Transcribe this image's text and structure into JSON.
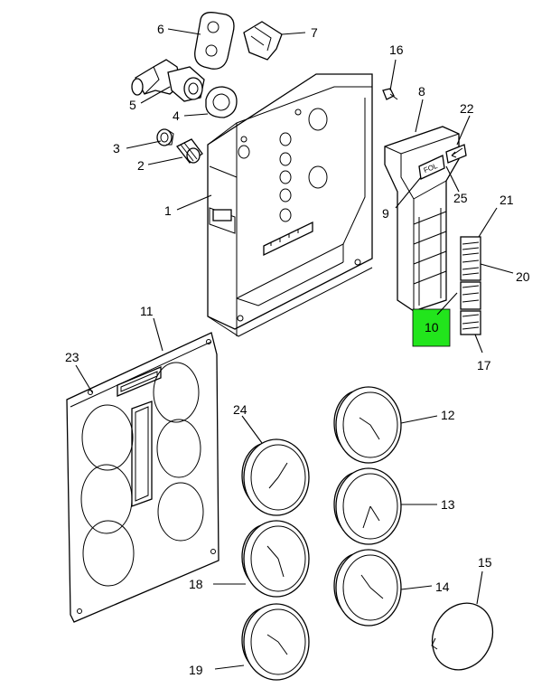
{
  "callouts": {
    "c1": "1",
    "c2": "2",
    "c3": "3",
    "c4": "4",
    "c5": "5",
    "c6": "6",
    "c7": "7",
    "c8": "8",
    "c9": "9",
    "c10": "10",
    "c11": "11",
    "c12": "12",
    "c13": "13",
    "c14": "14",
    "c15": "15",
    "c16": "16",
    "c17": "17",
    "c18": "18",
    "c19": "19",
    "c20": "20",
    "c21": "21",
    "c22": "22",
    "c23": "23",
    "c24": "24",
    "c25": "25"
  },
  "label_plate_text": "FOL",
  "highlight": {
    "callout": "10",
    "color": "#22e51c"
  }
}
